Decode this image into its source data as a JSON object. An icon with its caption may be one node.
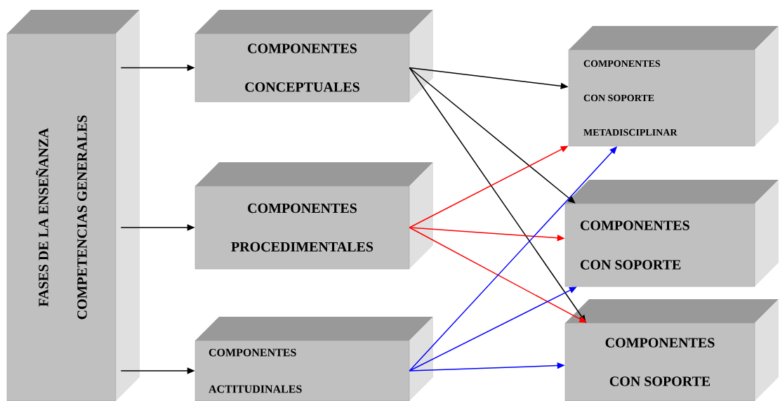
{
  "diagram": {
    "nodes": [
      {
        "text": [
          "FASES DE LA ENSEÑANZA COMPETENCIAS GENERALES"
        ]
      },
      {
        "text": [
          "COMPONENTES CONCEPTUALES"
        ]
      },
      {
        "text": [
          "COMPONENTES PROCEDIMENTALES"
        ]
      },
      {
        "text": [
          "COMPONENTES ACTITUDINALES"
        ]
      },
      {
        "text": [
          "COMPONENTES CON SOPORTE METADISCIPLINAR"
        ]
      },
      {
        "text": [
          "COMPONENTES CON SOPORTE"
        ]
      },
      {
        "text": [
          "COMPONENTES CON SOPORTE"
        ]
      }
    ],
    "edges": [
      {
        "from": 0,
        "to": 1,
        "arrow": "to"
      },
      {
        "from": 0,
        "to": 2,
        "arrow": "to"
      },
      {
        "from": 0,
        "to": 3,
        "arrow": "to"
      },
      {
        "from": 1,
        "to": 4,
        "arrow": "to"
      },
      {
        "from": 1,
        "to": 5,
        "arrow": "to"
      },
      {
        "from": 1,
        "to": 6,
        "arrow": "to"
      },
      {
        "from": 2,
        "to": 4,
        "arrow": "to",
        "color": "#ff0000"
      },
      {
        "from": 2,
        "to": 5,
        "arrow": "to",
        "color": "#ff0000"
      },
      {
        "from": 2,
        "to": 6,
        "arrow": "to",
        "color": "#ff0000"
      },
      {
        "from": 3,
        "to": 4,
        "arrow": "to",
        "color": "#0000ff"
      },
      {
        "from": 3,
        "to": 5,
        "arrow": "to",
        "color": "#0000ff"
      },
      {
        "from": 3,
        "to": 6,
        "arrow": "to",
        "color": "#0000ff"
      }
    ]
  }
}
